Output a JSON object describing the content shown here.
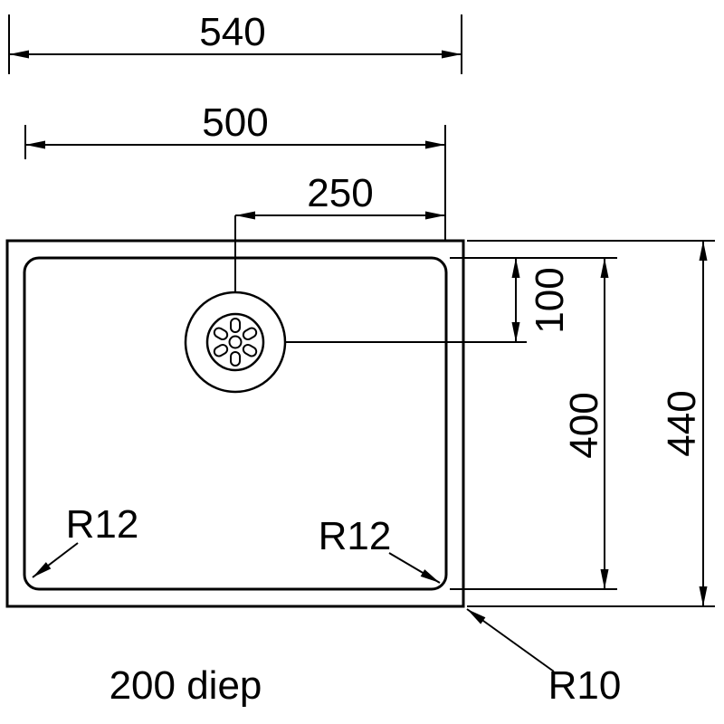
{
  "drawing": {
    "depth_label": "200 diep",
    "dims": {
      "outer_width": "540",
      "inner_width": "500",
      "drain_offset": "250",
      "drain_top_offset": "100",
      "inner_height": "400",
      "outer_height": "440"
    },
    "radii": {
      "bowl_corner_left": "R12",
      "bowl_corner_right": "R12",
      "outer_corner": "R10"
    },
    "colors": {
      "line": "#000000",
      "background": "#ffffff"
    }
  }
}
